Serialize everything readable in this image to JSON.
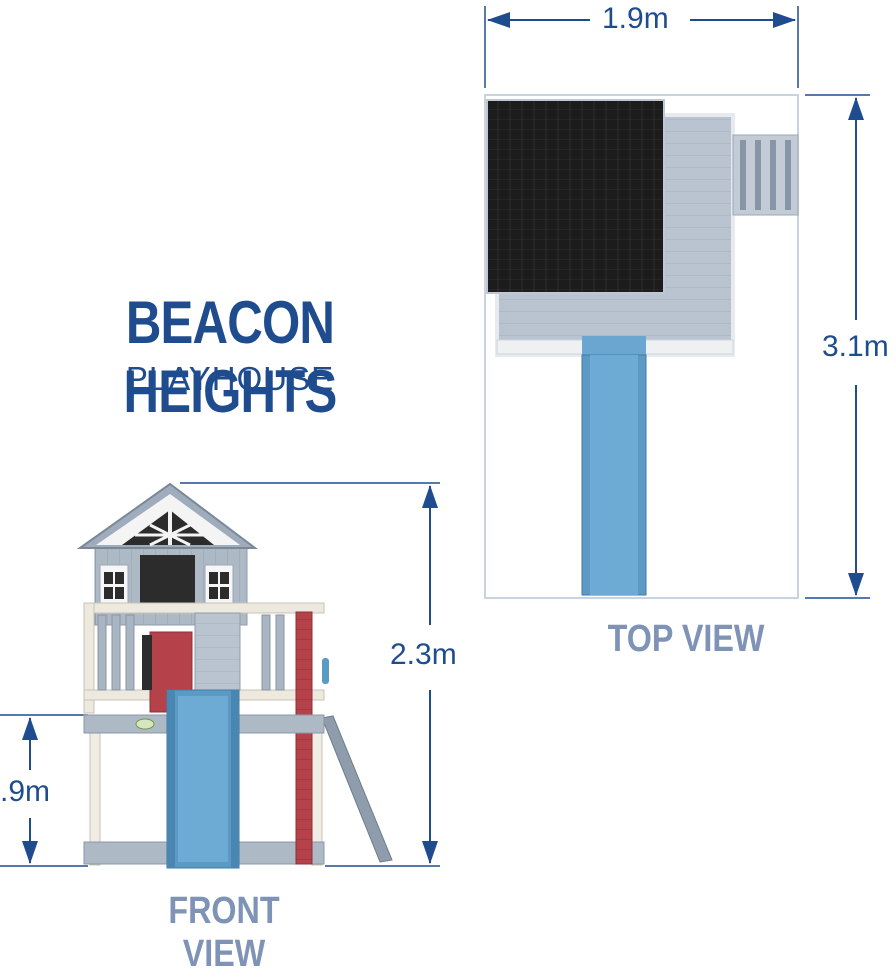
{
  "title": "BEACON HEIGHTS",
  "subtitle": "PLAYHOUSE",
  "views": {
    "top": "TOP VIEW",
    "front": "FRONT VIEW"
  },
  "dimensions": {
    "top_width": "1.9m",
    "top_length": "3.1m",
    "front_height": "2.3m",
    "deck_height": ".9m"
  },
  "colors": {
    "brand_blue": "#1f4c8f",
    "label_grey_blue": "#7e93b5",
    "slide_blue": "#5b9ac4",
    "roof_black": "#1a1a1a",
    "post_red": "#b5424a",
    "wood_grey": "#b8c3cf"
  }
}
